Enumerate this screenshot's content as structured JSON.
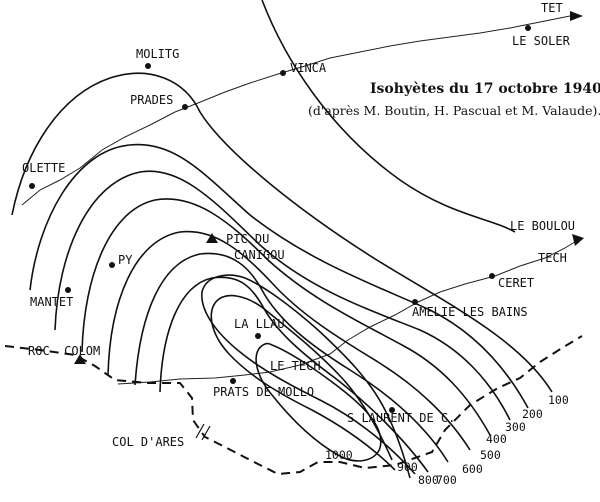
{
  "map": {
    "title": "Isohyètes du 17 octobre 1940",
    "subtitle": "(d'après M. Boutin, H. Pascual et M. Valaude).",
    "places": {
      "molitg": "MOLITG",
      "prades": "PRADES",
      "vinca": "VINCA",
      "le_soler": "LE SOLER",
      "olette": "OLETTE",
      "py": "PY",
      "mantet": "MANTET",
      "roc_colom": "ROC  COLOM",
      "pic_du_canigou_1": "PIC DU",
      "pic_du_canigou_2": "CANIGOU",
      "la_llau": "LA LLAU",
      "le_tech": "LE TECH",
      "prats_de_mollo": "PRATS DE MOLLO",
      "amelie_les_bains": "AMELIE LES BAINS",
      "ceret": "CERET",
      "le_boulou": "LE BOULOU",
      "s_laurent_de_c": "S LAURENT DE C.",
      "col_d_ares": "COL D'ARES"
    },
    "rivers": {
      "tet": "TET",
      "tech": "TECH"
    },
    "isohyet_values": [
      "100",
      "200",
      "300",
      "400",
      "500",
      "600",
      "700",
      "800",
      "900",
      "1000"
    ]
  }
}
